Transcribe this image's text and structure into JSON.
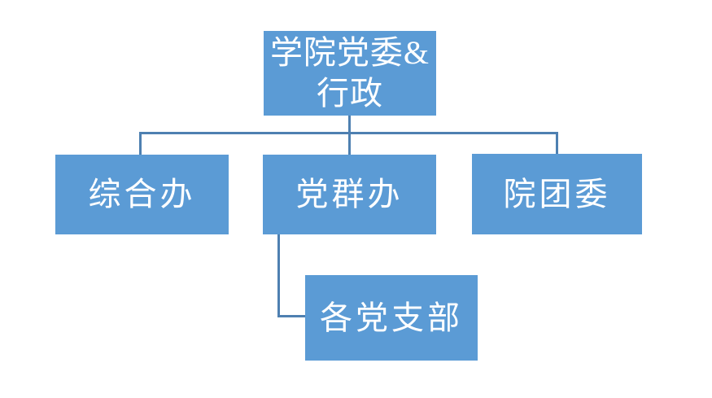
{
  "diagram": {
    "type": "org-chart",
    "colors": {
      "node_fill": "#5B9BD5",
      "connector": "#4E80B1",
      "text": "#FFFFFF",
      "background": "#FFFFFF"
    },
    "nodes": {
      "root": {
        "label": "学院党委&行政",
        "line1": "学院党委&",
        "line2": "行政"
      },
      "general_office": {
        "label": "综合办"
      },
      "party_mass_office": {
        "label": "党群办"
      },
      "youth_league": {
        "label": "院团委"
      },
      "party_branches": {
        "label": "各党支部"
      }
    },
    "edges": [
      {
        "from": "学院党委&行政",
        "to": "综合办"
      },
      {
        "from": "学院党委&行政",
        "to": "党群办"
      },
      {
        "from": "学院党委&行政",
        "to": "院团委"
      },
      {
        "from": "党群办",
        "to": "各党支部"
      }
    ]
  }
}
